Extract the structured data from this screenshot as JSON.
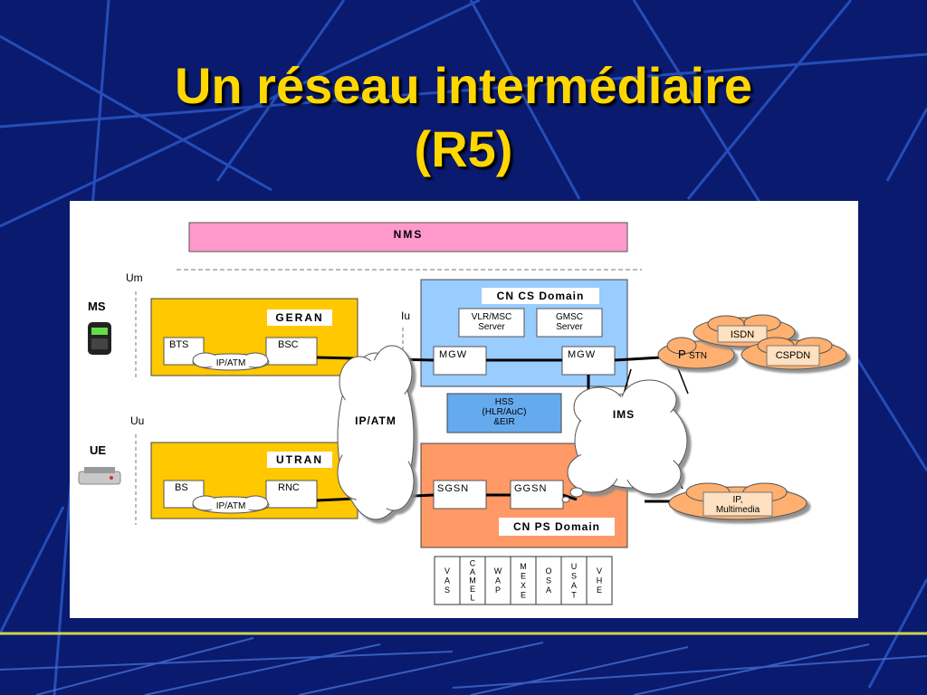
{
  "title": {
    "line1": "Un réseau intermédiaire",
    "line2": "(R5)"
  },
  "nms": "NMS",
  "interfaces": {
    "um": "Um",
    "uu": "Uu",
    "iu": "Iu"
  },
  "devices": {
    "ms": "MS",
    "ue": "UE"
  },
  "geran": {
    "label": "GERAN",
    "bts": "BTS",
    "bsc": "BSC",
    "ipatm": "IP/ATM"
  },
  "utran": {
    "label": "UTRAN",
    "bs": "BS",
    "rnc": "RNC",
    "ipatm": "IP/ATM"
  },
  "core_cloud": "IP/ATM",
  "cs_domain": {
    "label": "CN CS Domain",
    "vlr_msc_line1": "VLR/MSC",
    "vlr_msc_line2": "Server",
    "gmsc_line1": "GMSC",
    "gmsc_line2": "Server",
    "mgw_left": "MGW",
    "mgw_right": "MGW"
  },
  "hss": {
    "line1": "HSS",
    "line2": "(HLR/AuC)",
    "line3": "&EIR"
  },
  "ims": "IMS",
  "ps_domain": {
    "label": "CN PS Domain",
    "sgsn": "SGSN",
    "ggsn": "GGSN"
  },
  "external": {
    "isdn": "ISDN",
    "pstn_p": "P",
    "pstn_rest": "STN",
    "cspdn": "CSPDN",
    "ip_line1": "IP,",
    "ip_line2": "Multimedia"
  },
  "services": [
    [
      "V",
      "A",
      "S"
    ],
    [
      "C",
      "A",
      "M",
      "E",
      "L"
    ],
    [
      "W",
      "A",
      "P"
    ],
    [
      "M",
      "E",
      "X",
      "E"
    ],
    [
      "O",
      "S",
      "A"
    ],
    [
      "U",
      "S",
      "A",
      "T"
    ],
    [
      "V",
      "H",
      "E"
    ]
  ],
  "colors": {
    "background": "#0a1a6e",
    "title": "#ffd700",
    "nms": "#ff99cc",
    "access": "#ffc800",
    "cs_domain": "#99ccff",
    "ps_domain": "#ff9966",
    "hss": "#66aaee",
    "pstn_cloud": "#ffb070"
  }
}
